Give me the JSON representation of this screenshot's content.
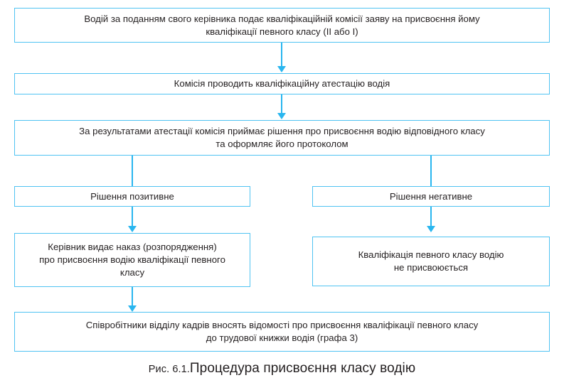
{
  "figure": {
    "caption_number": "Рис. 6.1.",
    "caption_title": "Процедура присвоєння класу водію",
    "accent_color": "#4fc3f2",
    "connector_color": "#29b6ef",
    "text_color": "#231f20",
    "background_color": "#ffffff"
  },
  "nodes": [
    {
      "id": "application",
      "text": "Водій за поданням свого керівника подає кваліфікаційній комісії заяву на присвоєння йому\nкваліфікації певного класу (II або I)"
    },
    {
      "id": "attestation",
      "text": "Комісія проводить кваліфікаційну атестацію водія"
    },
    {
      "id": "decision",
      "text": "За результатами атестації комісія приймає рішення про присвоєння водію відповідного класу\nта оформляє його протоколом"
    },
    {
      "id": "decision-positive",
      "text": "Рішення позитивне"
    },
    {
      "id": "decision-negative",
      "text": "Рішення негативне"
    },
    {
      "id": "order-issued",
      "text": "Керівник видає наказ (розпорядження)\nпро присвоєння водію кваліфікації певного\nкласу"
    },
    {
      "id": "not-assigned",
      "text": "Кваліфікація певного класу водію\nне присвоюється"
    },
    {
      "id": "hr-record",
      "text": "Співробітники відділу кадрів вносять відомості про присвоєння кваліфікації певного класу\nдо трудової книжки водія (графа 3)"
    }
  ]
}
